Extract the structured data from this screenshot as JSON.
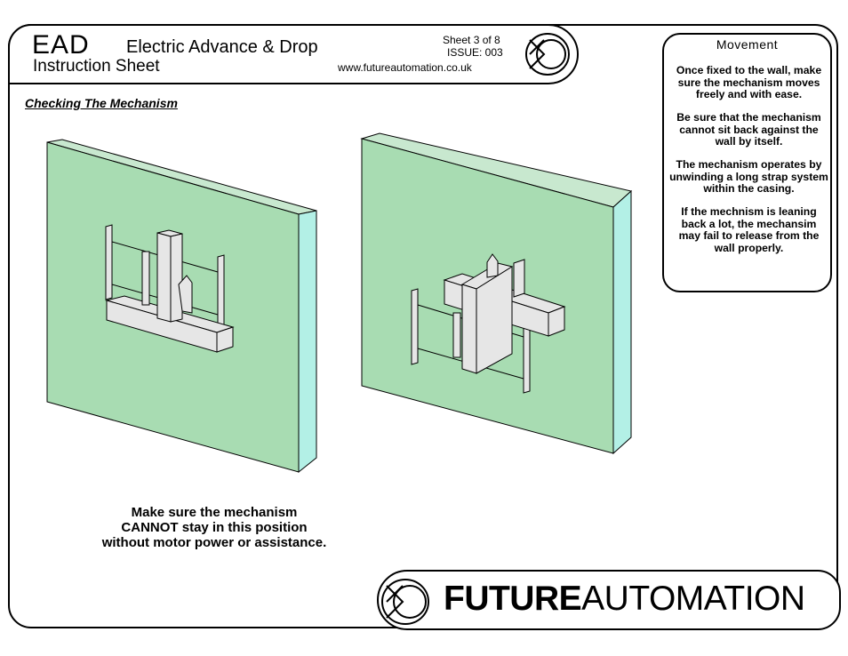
{
  "header": {
    "logo": "EAD",
    "subtitle": "Electric Advance & Drop",
    "doc_type": "Instruction Sheet",
    "sheet": "Sheet 3 of 8",
    "issue": "ISSUE: 003",
    "url": "www.futureautomation.co.uk"
  },
  "section": {
    "heading": "Checking The Mechanism"
  },
  "notes": {
    "title": "Movement",
    "paragraphs": [
      "Once fixed to the wall, make sure the mechanism moves freely and with ease.",
      "Be sure that the mechanism cannot sit back against the wall by itself.",
      "The mechanism operates by unwinding a long strap system within the casing.",
      "If the mechnism is leaning back a lot, the mechansim may fail to release from the wall properly."
    ]
  },
  "caption": {
    "line1": "Make sure the mechanism",
    "line2": "CANNOT stay in this position",
    "line3": "without motor power or assistance."
  },
  "footer": {
    "brand_bold": "FUTURE",
    "brand_light": "AUTOMATION"
  },
  "colors": {
    "wall_front": "#a8dcb2",
    "wall_side": "#b3f0e6",
    "wall_top": "#c8e8cf",
    "metal": "#e6e6e6",
    "line": "#000000"
  }
}
